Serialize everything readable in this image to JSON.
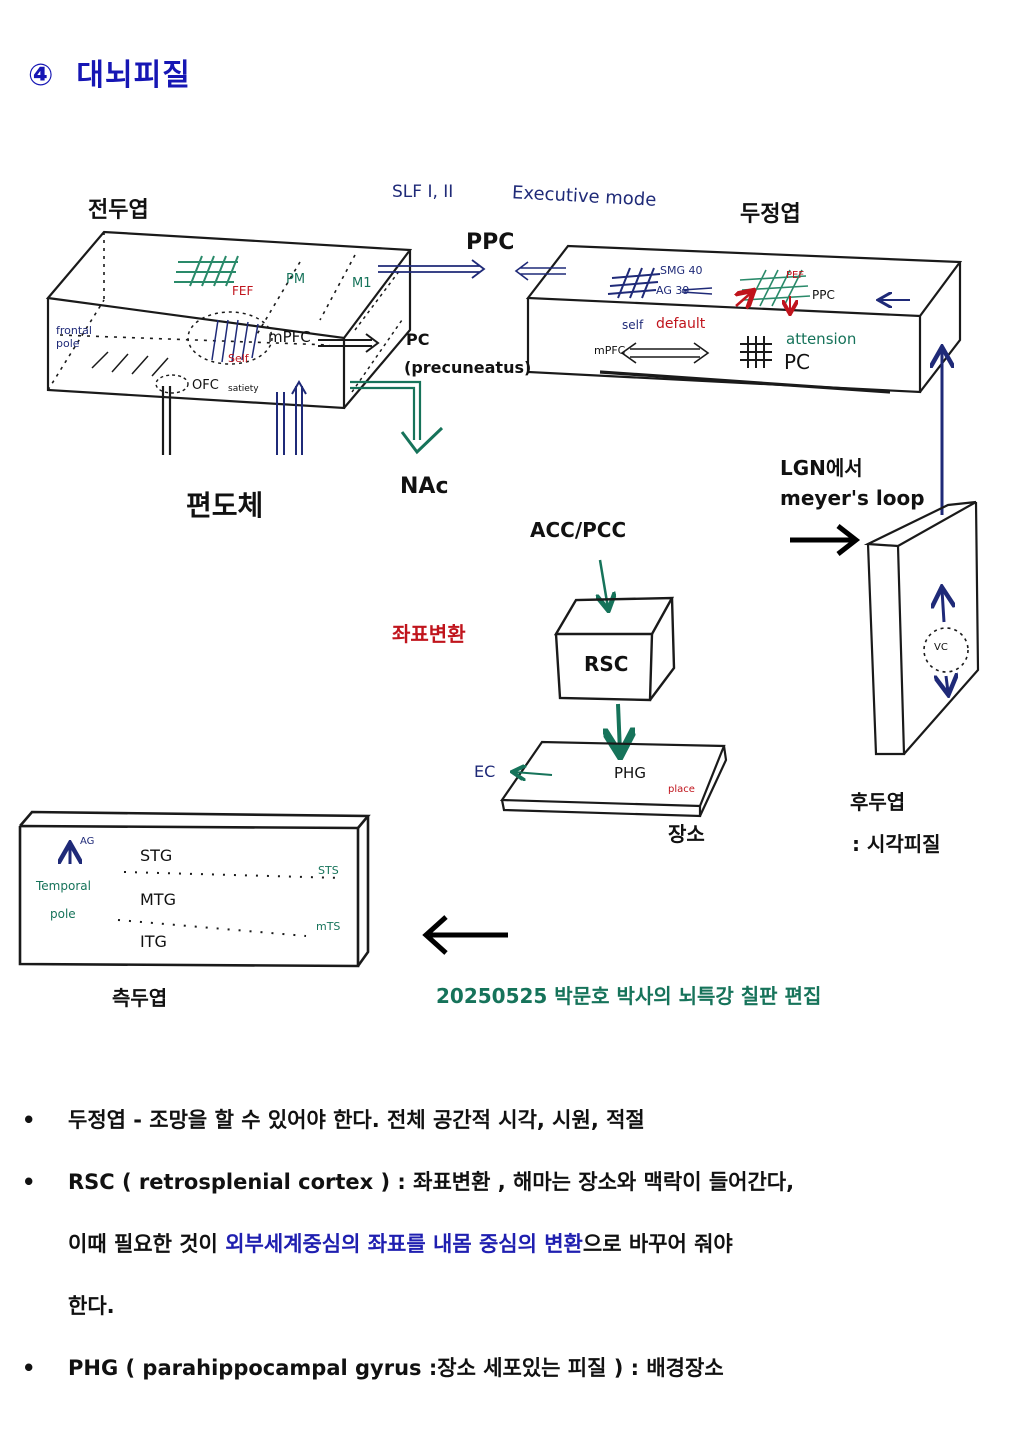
{
  "title": {
    "number": "④",
    "text": "대뇌피질"
  },
  "diagram": {
    "frontal": {
      "label": "전두엽",
      "fef": "FEF",
      "pm": "PM",
      "m1": "M1",
      "frontal_pole": [
        "frontal",
        "pole"
      ],
      "mpfc": "mPFC",
      "self": "Self",
      "ofc": "OFC",
      "satiety": "satiety"
    },
    "slf_note": "SLF I, II",
    "executive_note": "Executive mode",
    "ppc_label": "PPC",
    "pc_label": "PC",
    "precuneatus_label": "(precuneatus)",
    "nac_label": "NAc",
    "amygdala_label": "편도체",
    "parietal": {
      "label": "두정엽",
      "smg": "SMG 40",
      "ag": "AG 39",
      "pef": "PEF",
      "ppc": "PPC",
      "self": "self",
      "default": "default",
      "mpfc": "mPFC",
      "attension": "attension",
      "pc": "PC"
    },
    "lgn_label": "LGN에서",
    "meyer_label": "meyer's loop",
    "acc_pcc_label": "ACC/PCC",
    "coord_label": "좌표변환",
    "rsc_label": "RSC",
    "phg_label": "PHG",
    "ec_label": "EC",
    "place_label": "place",
    "place_kr_label": "장소",
    "occipital": {
      "label": "후두엽",
      "sub": ": 시각피질",
      "vc": "VC"
    },
    "temporal": {
      "label": "측두엽",
      "ag": "AG",
      "pole": [
        "Temporal",
        "pole"
      ],
      "stg": "STG",
      "mtg": "MTG",
      "itg": "ITG",
      "sts": "STS",
      "mts": "mTS"
    },
    "credit": "20250525 박문호 박사의 뇌특강 칠판 편집"
  },
  "bullets": [
    {
      "dot": "•",
      "text": "두정엽 - 조망을 할 수 있어야 한다. 전체 공간적 시각, 시원, 적절"
    },
    {
      "dot": "•",
      "text": "RSC ( retrosplenial cortex ) : 좌표변환 , 해마는 장소와 맥락이 들어간다,"
    },
    {
      "dot": "",
      "pre": "이때 필요한 것이 ",
      "highlight": "외부세계중심의 좌표를 내몸 중심의 변환",
      "post": "으로 바꾸어 줘야"
    },
    {
      "dot": "",
      "text": "한다."
    },
    {
      "dot": "•",
      "text": "PHG ( parahippocampal gyrus :장소 세포있는 피질 ) : 배경장소"
    }
  ],
  "colors": {
    "title": "#1616b4",
    "highlight": "#1f1fb0",
    "credit": "#16735a",
    "red": "#c0141c",
    "green": "#16735a",
    "navy": "#1f2a78"
  }
}
